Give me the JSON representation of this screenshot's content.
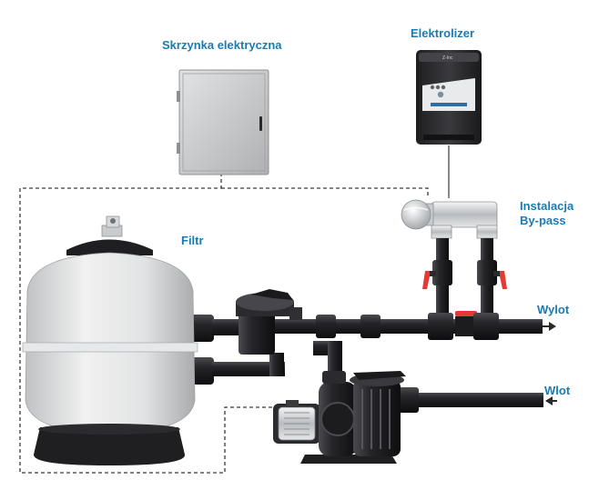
{
  "labels": {
    "electrical_box": "Skrzynka elektryczna",
    "electrolyzer": "Elektrolizer",
    "installation_line1": "Instalacja",
    "installation_line2": "By-pass",
    "filter": "Filtr",
    "outlet": "Wylot",
    "inlet": "Wlot"
  },
  "colors": {
    "label": "#1b7bb0",
    "pipe": "#1f1f22",
    "valve_handle": "#e53935",
    "filter_body": "#d9dadb",
    "cabinet": "#c9cacb",
    "electrolyzer_body": "#2b2b2e",
    "cable": "#3a3a3a"
  }
}
